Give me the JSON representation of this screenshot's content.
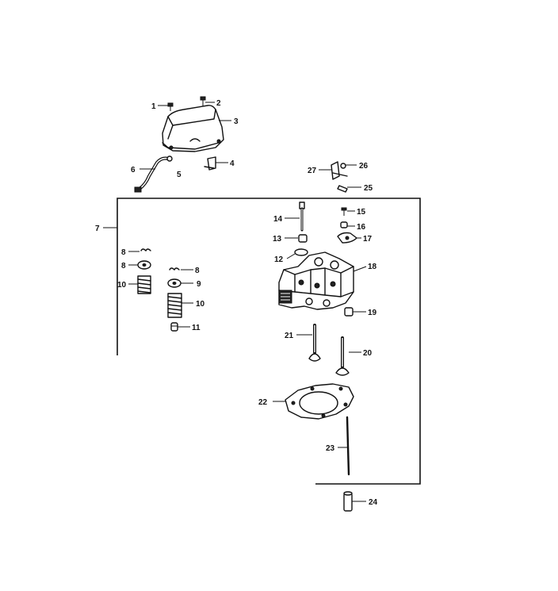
{
  "diagram": {
    "callouts": [
      {
        "id": "c1",
        "label": "1"
      },
      {
        "id": "c2",
        "label": "2"
      },
      {
        "id": "c3",
        "label": "3"
      },
      {
        "id": "c4",
        "label": "4"
      },
      {
        "id": "c5",
        "label": "5"
      },
      {
        "id": "c6",
        "label": "6"
      },
      {
        "id": "c7",
        "label": "7"
      },
      {
        "id": "c8a",
        "label": "8"
      },
      {
        "id": "c8b",
        "label": "8"
      },
      {
        "id": "c9a",
        "label": "9"
      },
      {
        "id": "c10a",
        "label": "10"
      },
      {
        "id": "c8c",
        "label": "8"
      },
      {
        "id": "c9b",
        "label": "9"
      },
      {
        "id": "c10b",
        "label": "10"
      },
      {
        "id": "c11",
        "label": "11"
      },
      {
        "id": "c12",
        "label": "12"
      },
      {
        "id": "c13",
        "label": "13"
      },
      {
        "id": "c14",
        "label": "14"
      },
      {
        "id": "c15",
        "label": "15"
      },
      {
        "id": "c16",
        "label": "16"
      },
      {
        "id": "c17",
        "label": "17"
      },
      {
        "id": "c18",
        "label": "18"
      },
      {
        "id": "c19",
        "label": "19"
      },
      {
        "id": "c20",
        "label": "20"
      },
      {
        "id": "c21",
        "label": "21"
      },
      {
        "id": "c22",
        "label": "22"
      },
      {
        "id": "c23",
        "label": "23"
      },
      {
        "id": "c24",
        "label": "24"
      },
      {
        "id": "c25",
        "label": "25"
      },
      {
        "id": "c26",
        "label": "26"
      },
      {
        "id": "c27",
        "label": "27"
      }
    ]
  }
}
